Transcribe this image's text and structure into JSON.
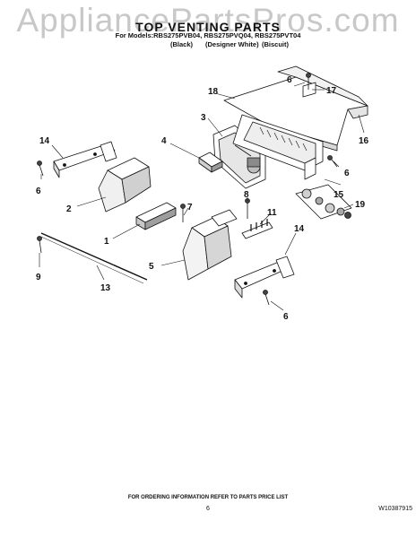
{
  "watermark": "AppliancePartsPros.com",
  "header": {
    "title": "TOP VENTING PARTS",
    "models": "For Models:RBS275PVB04, RBS275PVQ04, RBS275PVT04",
    "finish_1": "(Black)",
    "finish_2": "(Designer White)",
    "finish_3": "(Biscuit)"
  },
  "callouts": {
    "c1": "1",
    "c2": "2",
    "c3": "3",
    "c4": "4",
    "c5": "5",
    "c6a": "6",
    "c6b": "6",
    "c6c": "6",
    "c6d": "6",
    "c7": "7",
    "c8": "8",
    "c9": "9",
    "c11": "11",
    "c13": "13",
    "c14a": "14",
    "c14b": "14",
    "c15": "15",
    "c16": "16",
    "c17": "17",
    "c18": "18",
    "c19": "19"
  },
  "footer": {
    "note": "FOR ORDERING INFORMATION REFER TO PARTS PRICE LIST",
    "page": "6",
    "doc": "W10387915"
  }
}
